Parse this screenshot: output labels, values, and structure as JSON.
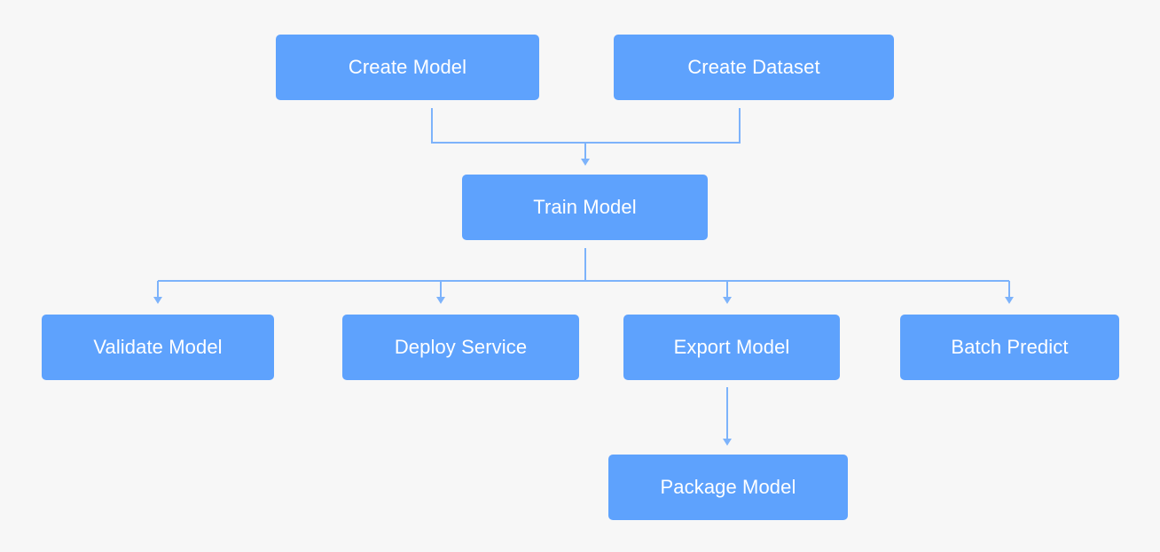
{
  "colors": {
    "background": "#f7f7f7",
    "node_fill": "#5ea2fd",
    "node_text": "#ffffff",
    "connector": "#7db3fb"
  },
  "nodes": {
    "create_model": "Create Model",
    "create_dataset": "Create Dataset",
    "train_model": "Train Model",
    "validate_model": "Validate Model",
    "deploy_service": "Deploy Service",
    "export_model": "Export Model",
    "batch_predict": "Batch Predict",
    "package_model": "Package Model"
  },
  "edges": [
    {
      "from": "create_model",
      "to": "train_model"
    },
    {
      "from": "create_dataset",
      "to": "train_model"
    },
    {
      "from": "train_model",
      "to": "validate_model"
    },
    {
      "from": "train_model",
      "to": "deploy_service"
    },
    {
      "from": "train_model",
      "to": "export_model"
    },
    {
      "from": "train_model",
      "to": "batch_predict"
    },
    {
      "from": "export_model",
      "to": "package_model"
    }
  ]
}
